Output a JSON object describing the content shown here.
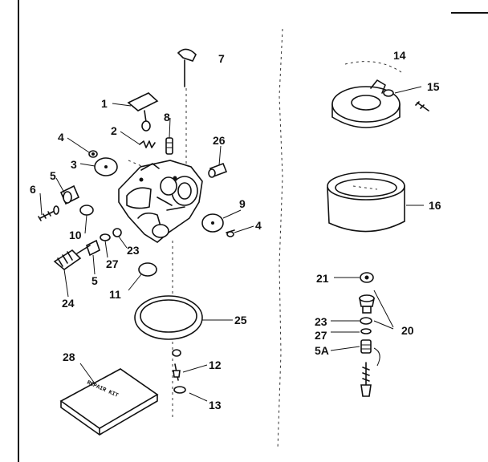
{
  "diagram": {
    "callouts": [
      "1",
      "2",
      "3",
      "4",
      "5",
      "6",
      "7",
      "8",
      "9",
      "4",
      "10",
      "23",
      "27",
      "5",
      "24",
      "11",
      "26",
      "25",
      "28",
      "12",
      "13",
      "14",
      "15",
      "16",
      "21",
      "20",
      "23",
      "27",
      "5A"
    ],
    "kit_label": "REPAIR KIT"
  }
}
